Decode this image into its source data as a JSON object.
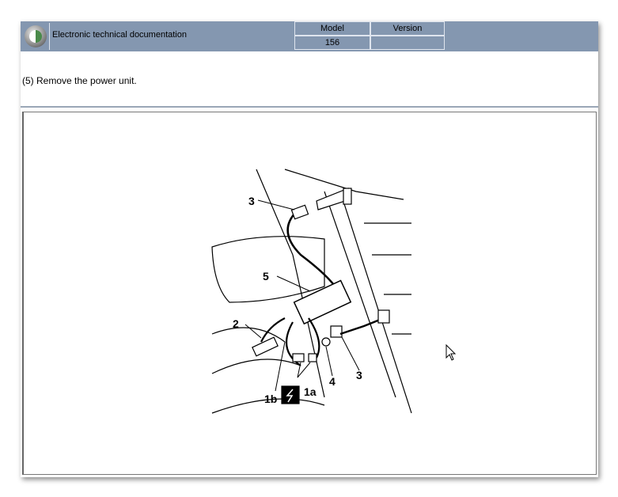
{
  "header": {
    "title": "Electronic technical documentation",
    "model_label": "Model",
    "version_label": "Version",
    "model_value": "156",
    "version_value": ""
  },
  "instruction": "(5) Remove the power unit.",
  "diagram": {
    "labels": [
      "3",
      "5",
      "2",
      "1b",
      "1a",
      "4",
      "3"
    ]
  }
}
